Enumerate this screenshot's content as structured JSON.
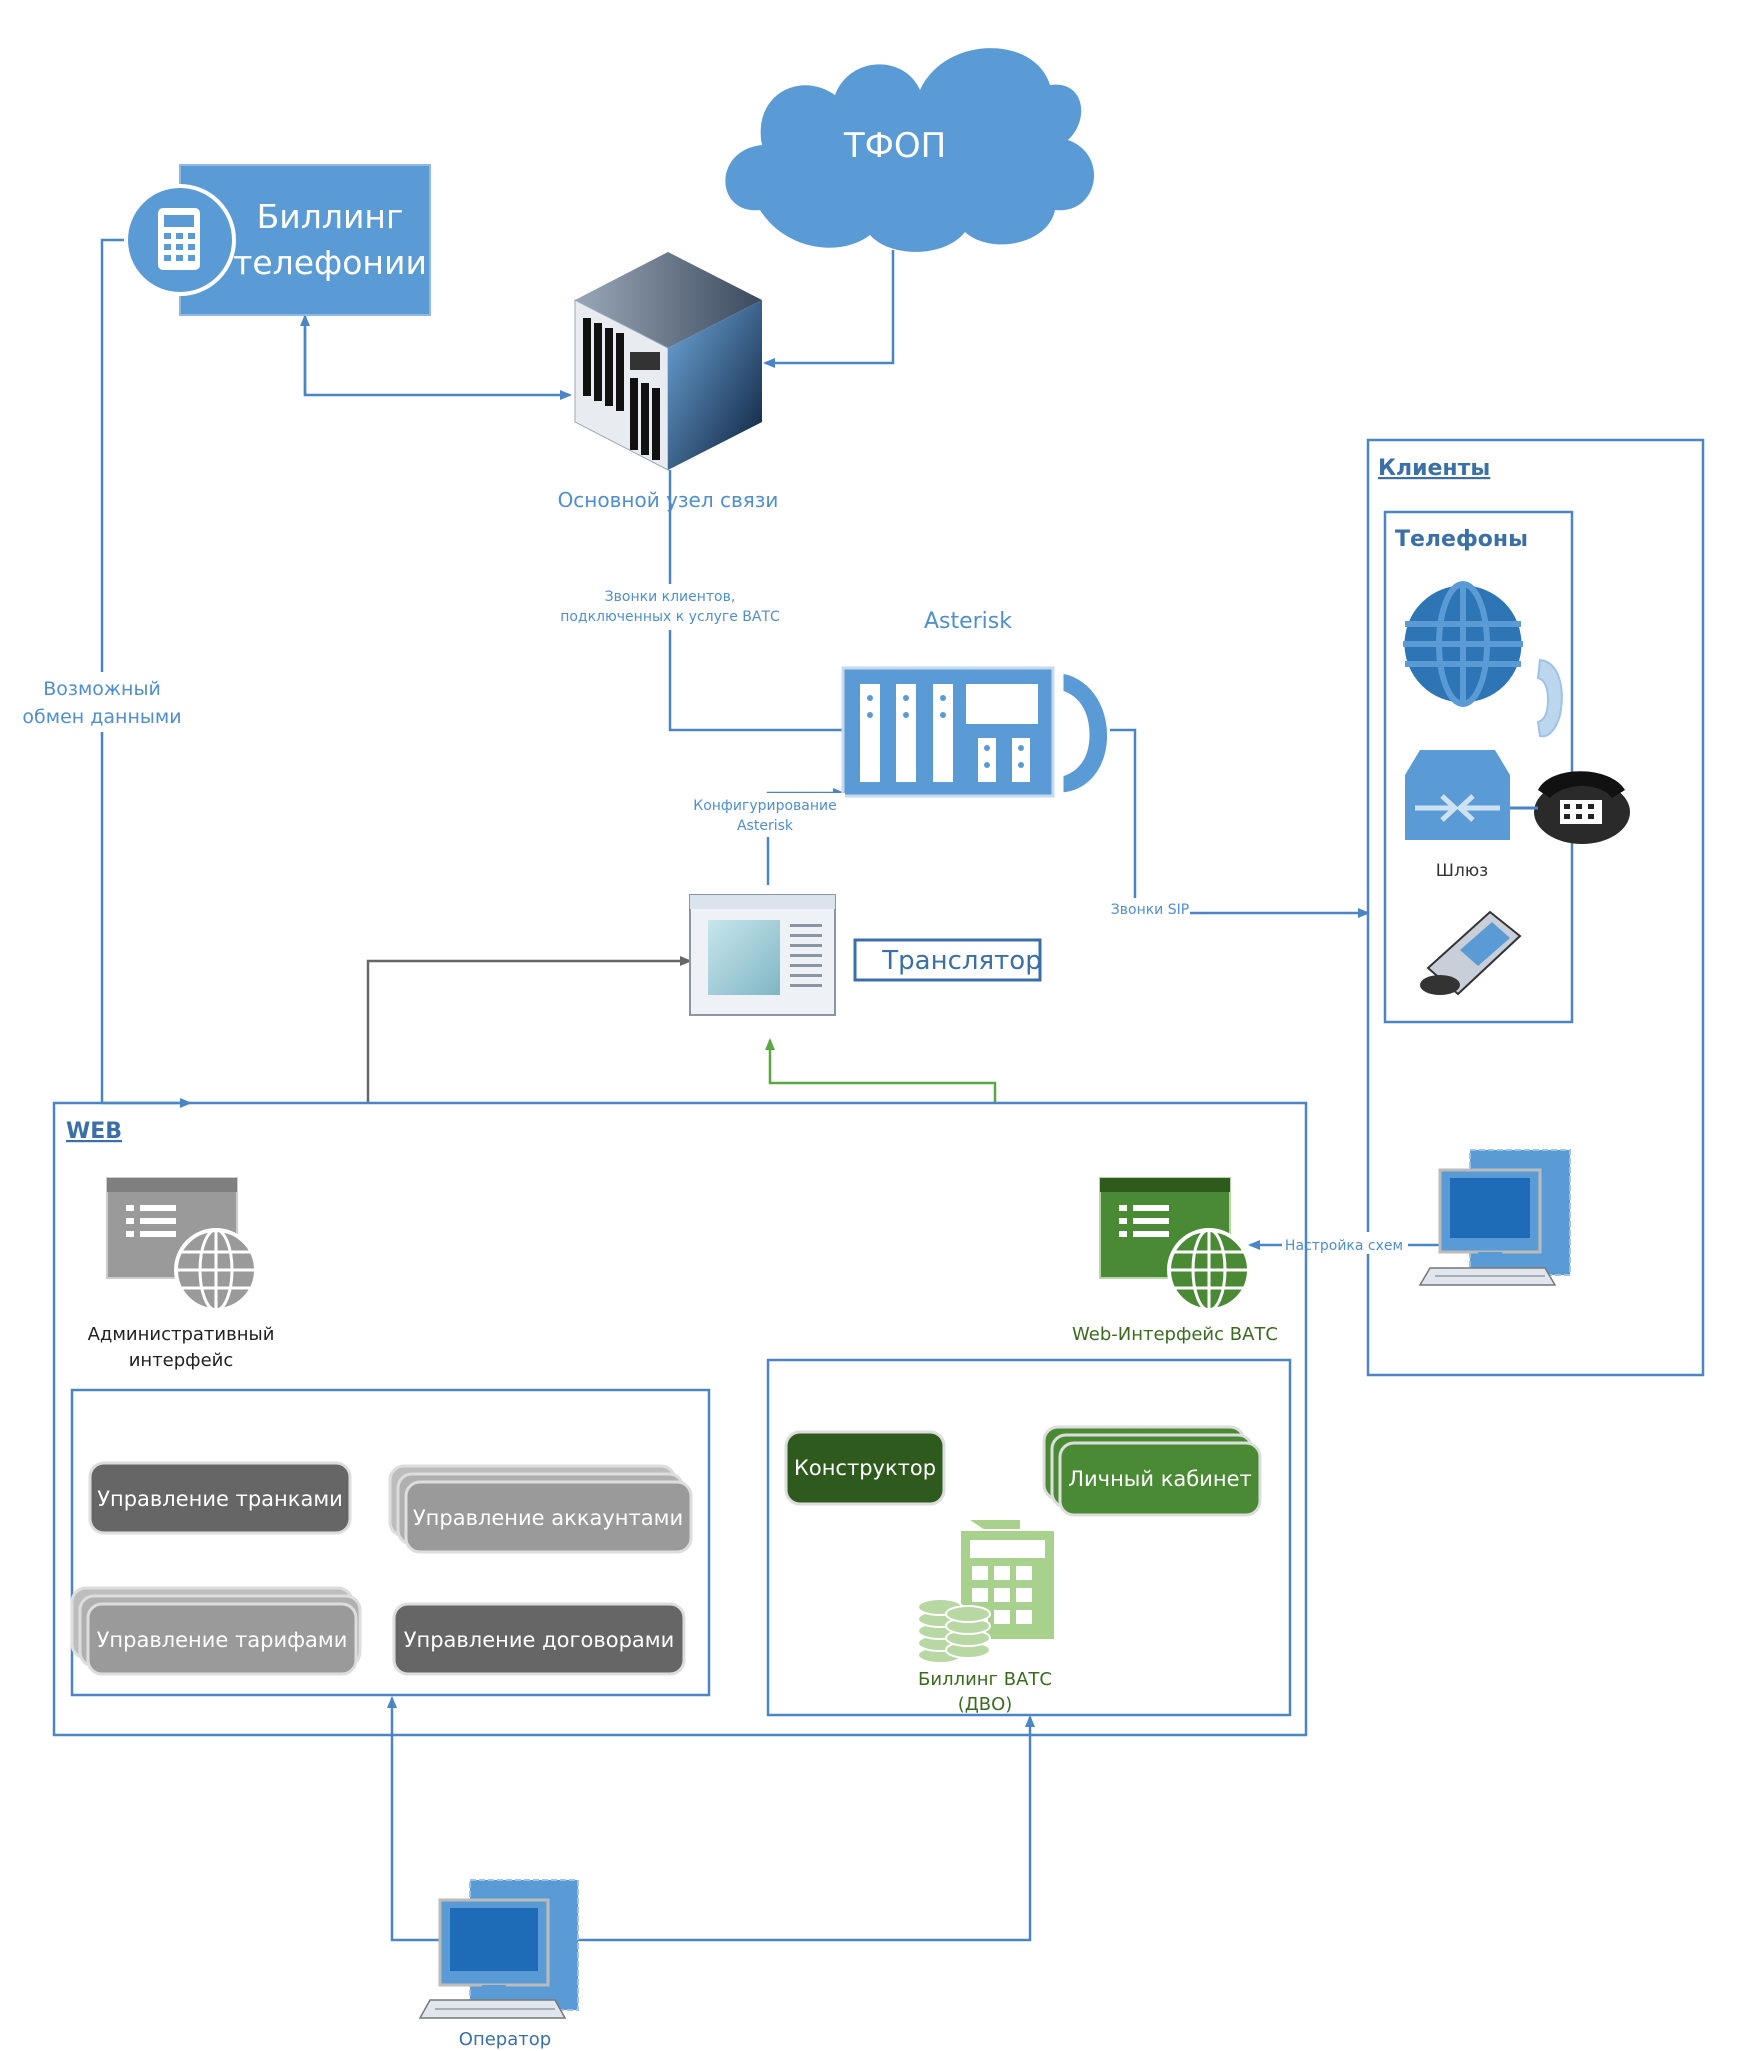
{
  "tfop": {
    "label": "ТФОП"
  },
  "billing": {
    "title_line1": "Биллинг",
    "title_line2": "телефонии"
  },
  "main_node": {
    "label": "Основной узел связи"
  },
  "edges": {
    "client_calls_line1": "Звонки клиентов,",
    "client_calls_line2": "подключенных к услуге ВАТС",
    "data_exchange_line1": "Возможный",
    "data_exchange_line2": "обмен данными",
    "config_line1": "Конфигурирование",
    "config_line2": "Asterisk",
    "sip_calls": "Звонки SIP",
    "scheme_setup": "Настройка схем"
  },
  "asterisk": {
    "label": "Asterisk"
  },
  "translator": {
    "label": "Транслятор"
  },
  "clients": {
    "title": "Клиенты",
    "phones_title": "Телефоны",
    "gateway_label": "Шлюз"
  },
  "web": {
    "title": "WEB",
    "admin_line1": "Административный",
    "admin_line2": "интерфейс",
    "vats_web": "Web-Интерфейс ВАТС",
    "admin_items": {
      "trunks": "Управление транками",
      "accounts": "Управление аккаунтами",
      "tariffs": "Управление тарифами",
      "contracts": "Управление договорами"
    },
    "vats_items": {
      "constructor": "Конструктор",
      "cabinet": "Личный кабинет",
      "billing_line1": "Биллинг ВАТС",
      "billing_line2": "(ДВО)"
    }
  },
  "operator": {
    "label": "Оператор"
  },
  "colors": {
    "accent_blue": "#5b9bd5",
    "line_blue": "#4a86c5",
    "dark_green": "#2f5a1e",
    "web_green": "#4a8a35",
    "gray_dark": "#666666",
    "gray_light": "#9a9a9a"
  }
}
